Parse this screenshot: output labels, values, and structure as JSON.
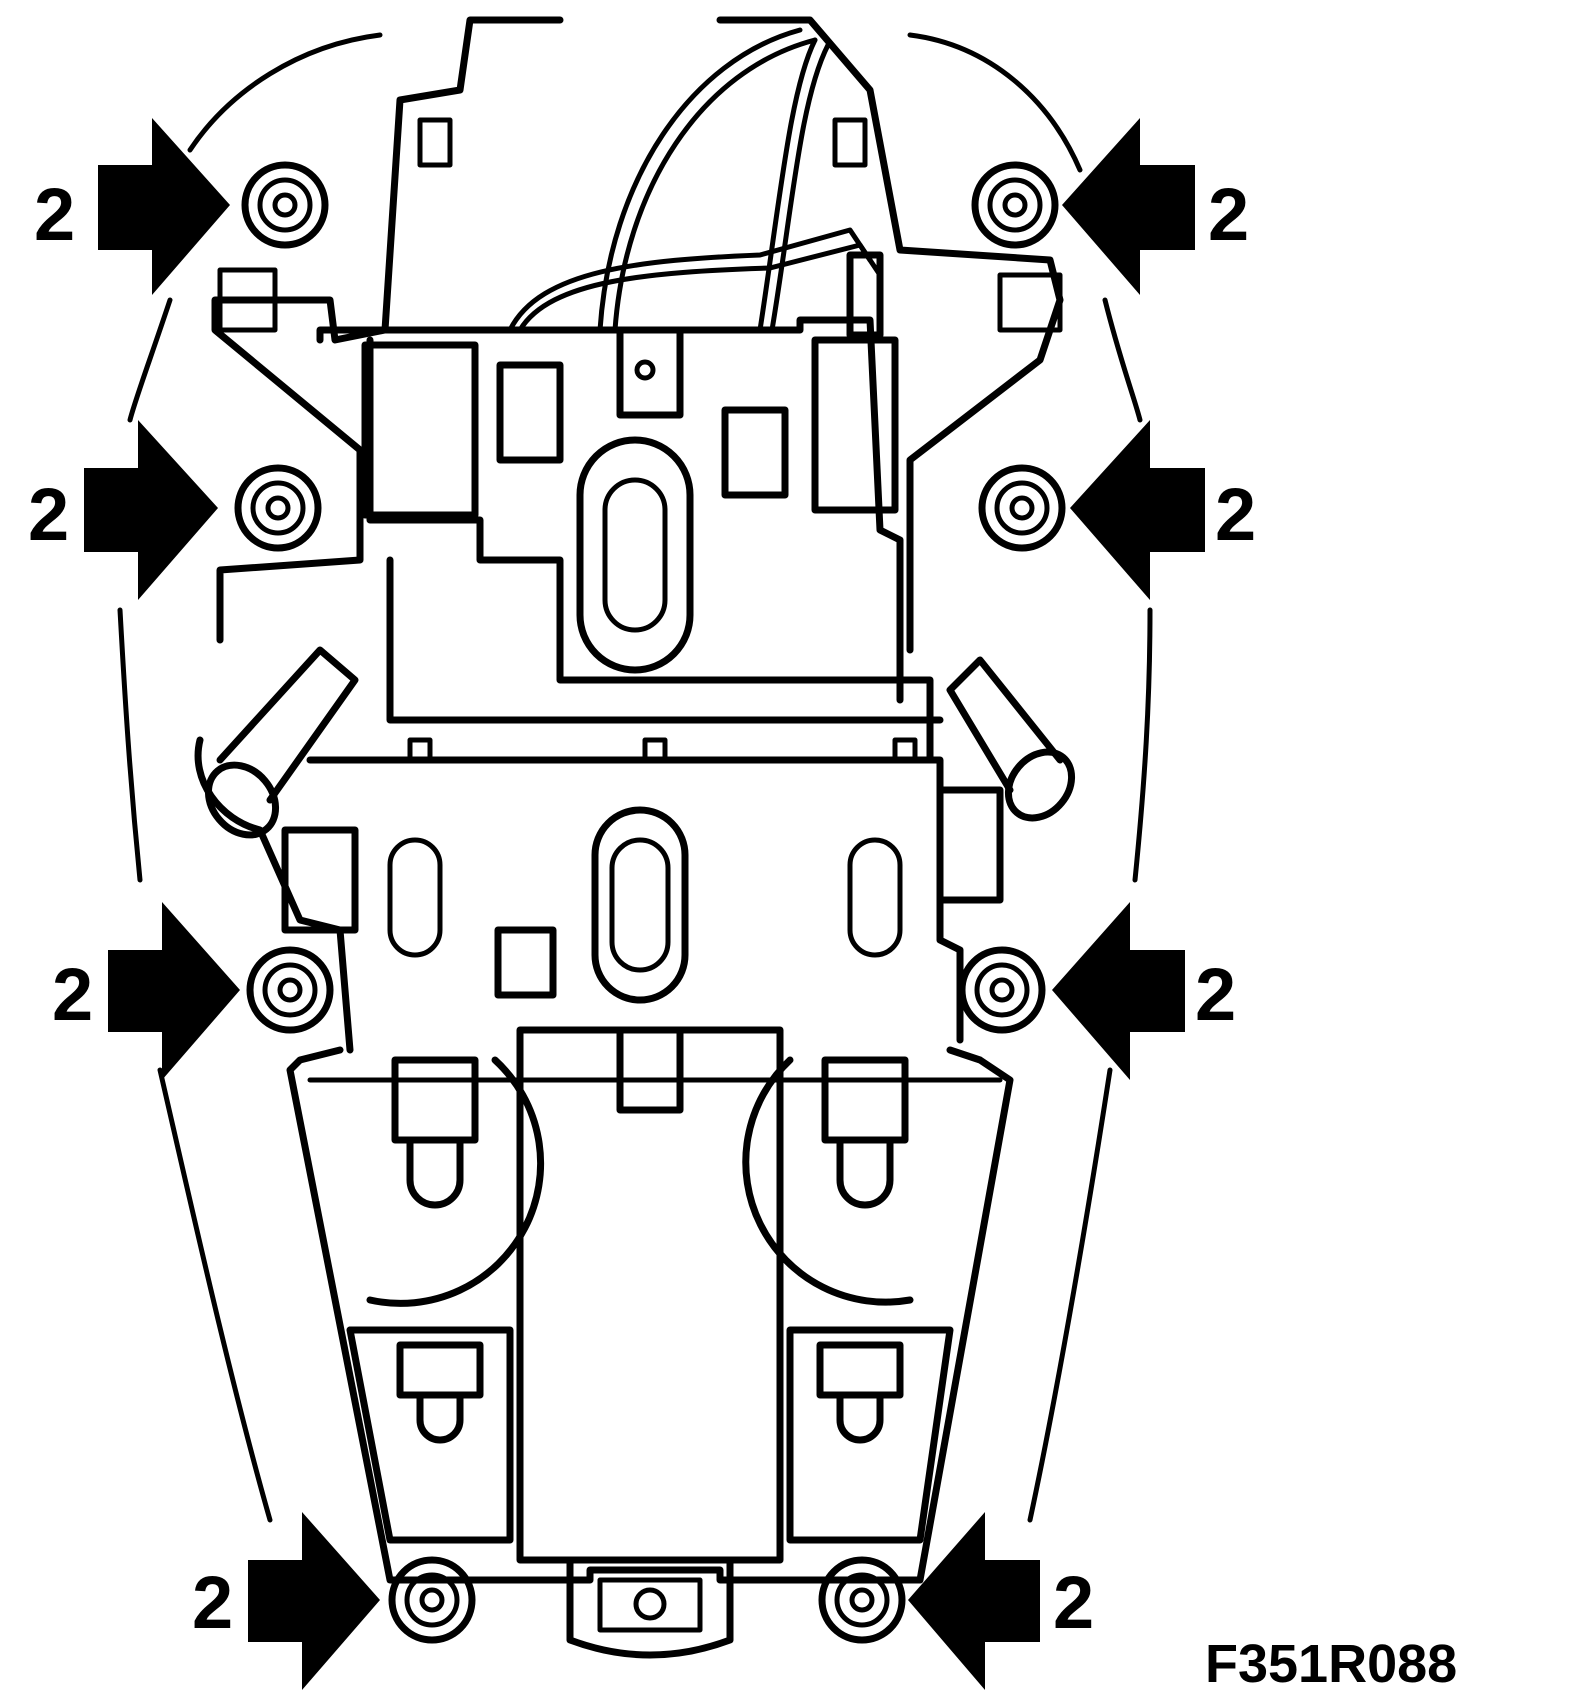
{
  "figure": {
    "code": "F351R088",
    "callout_number": "2",
    "colors": {
      "ink": "#000000",
      "paper": "#ffffff"
    }
  },
  "callouts": [
    {
      "id": "upper-left",
      "label": "2",
      "side": "left"
    },
    {
      "id": "upper-right",
      "label": "2",
      "side": "right"
    },
    {
      "id": "mid-left",
      "label": "2",
      "side": "left"
    },
    {
      "id": "mid-right",
      "label": "2",
      "side": "right"
    },
    {
      "id": "lower-left",
      "label": "2",
      "side": "left"
    },
    {
      "id": "lower-right",
      "label": "2",
      "side": "right"
    },
    {
      "id": "bottom-left",
      "label": "2",
      "side": "left"
    },
    {
      "id": "bottom-right",
      "label": "2",
      "side": "right"
    }
  ]
}
